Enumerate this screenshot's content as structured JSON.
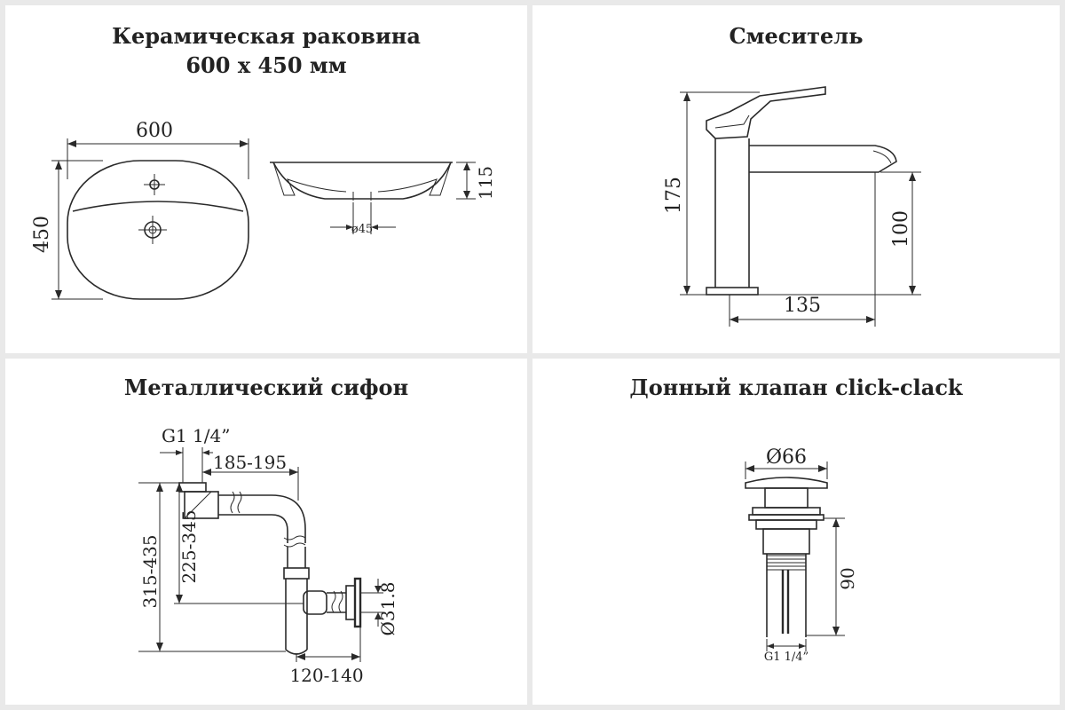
{
  "colors": {
    "background": "#e9e9e9",
    "panel": "#ffffff",
    "ink": "#2a2a2a",
    "text": "#222222"
  },
  "panels": {
    "sink": {
      "title_line1": "Керамическая раковина",
      "title_line2": "600 x 450 мм",
      "dims": {
        "width": "600",
        "depth": "450",
        "height": "115",
        "drain": "ø45"
      }
    },
    "faucet": {
      "title": "Смеситель",
      "dims": {
        "height": "175",
        "spout_height": "100",
        "reach": "135"
      }
    },
    "siphon": {
      "title": "Металлический сифон",
      "dims": {
        "thread": "G1 1/4”",
        "horizontal": "185-195",
        "total_height": "315-435",
        "inlet_height": "225-345",
        "pipe": "Ø31.8",
        "outlet": "120-140"
      }
    },
    "valve": {
      "title": "Донный клапан click-clack",
      "dims": {
        "diameter": "Ø66",
        "length": "90",
        "thread": "G1 1/4”"
      }
    }
  }
}
